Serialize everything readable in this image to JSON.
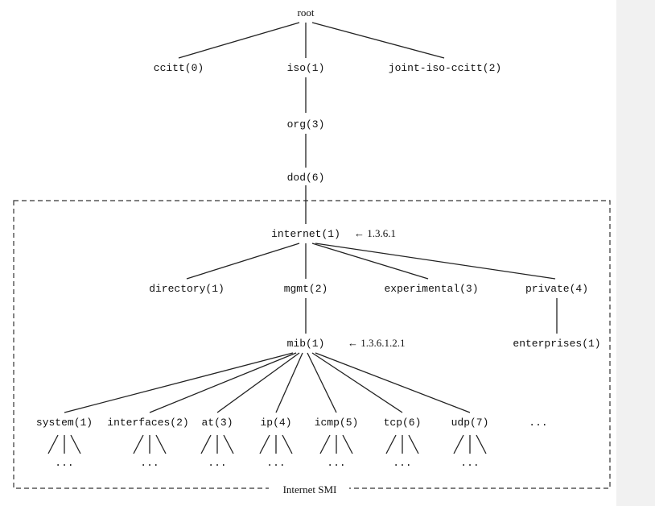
{
  "nodes": {
    "root": "root",
    "ccitt": "ccitt(0)",
    "iso": "iso(1)",
    "joint": "joint-iso-ccitt(2)",
    "org": "org(3)",
    "dod": "dod(6)",
    "internet": "internet(1)",
    "directory": "directory(1)",
    "mgmt": "mgmt(2)",
    "experimental": "experimental(3)",
    "private": "private(4)",
    "mib": "mib(1)",
    "enterprises": "enterprises(1)",
    "system": "system(1)",
    "interfaces": "interfaces(2)",
    "at": "at(3)",
    "ip": "ip(4)",
    "icmp": "icmp(5)",
    "tcp": "tcp(6)",
    "udp": "udp(7)",
    "more": "..."
  },
  "annotations": {
    "internet_oid": "← 1.3.6.1",
    "mib_oid": "← 1.3.6.1.2.1",
    "box_label": "Internet SMI"
  },
  "subtree_ellipsis": "..."
}
